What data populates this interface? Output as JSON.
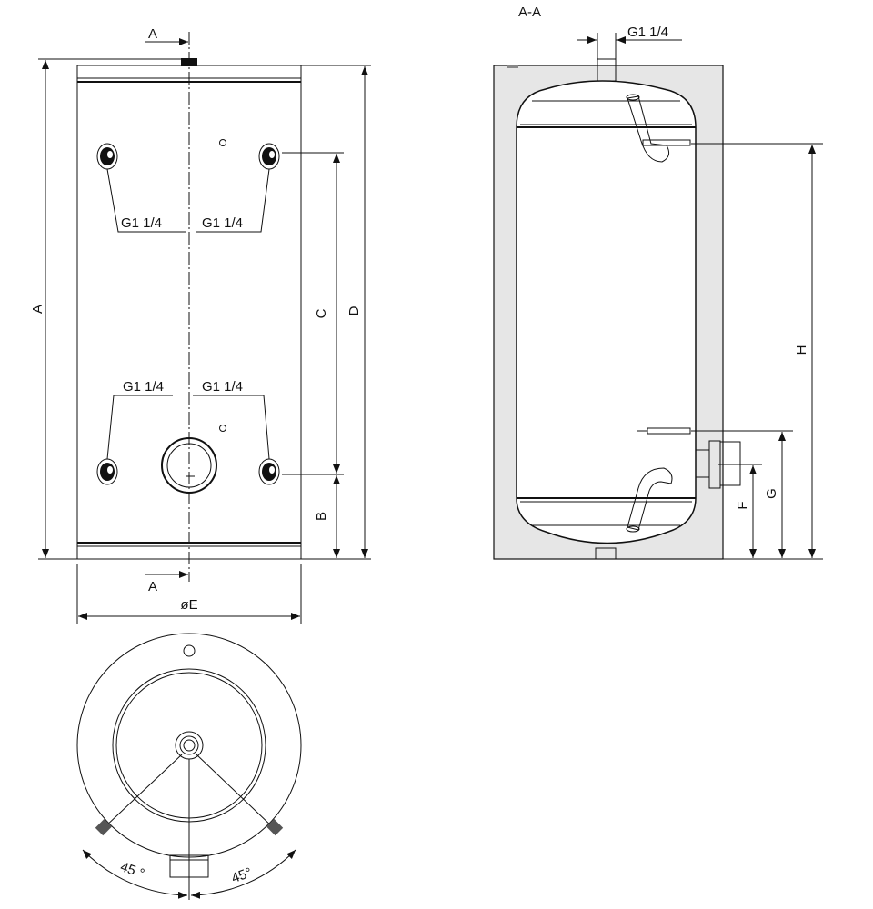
{
  "colors": {
    "line": "#111111",
    "insulation": "#e6e6e6",
    "background": "#ffffff"
  },
  "front_view": {
    "section_marker_top": "A",
    "section_marker_bottom": "A",
    "connection_labels": [
      "G1 1/4",
      "G1 1/4",
      "G1 1/4",
      "G1 1/4"
    ],
    "dimensions": {
      "height_total": "A",
      "bottom_to_lower": "B",
      "lower_to_upper": "C",
      "body_height": "D",
      "diameter": "øE"
    }
  },
  "section_view": {
    "title": "A-A",
    "top_connection_label": "G1 1/4",
    "dimensions": {
      "flange": "F",
      "sensor_low": "G",
      "sensor_high": "H"
    }
  },
  "top_view": {
    "angle_left": "45 °",
    "angle_right": "45°"
  }
}
